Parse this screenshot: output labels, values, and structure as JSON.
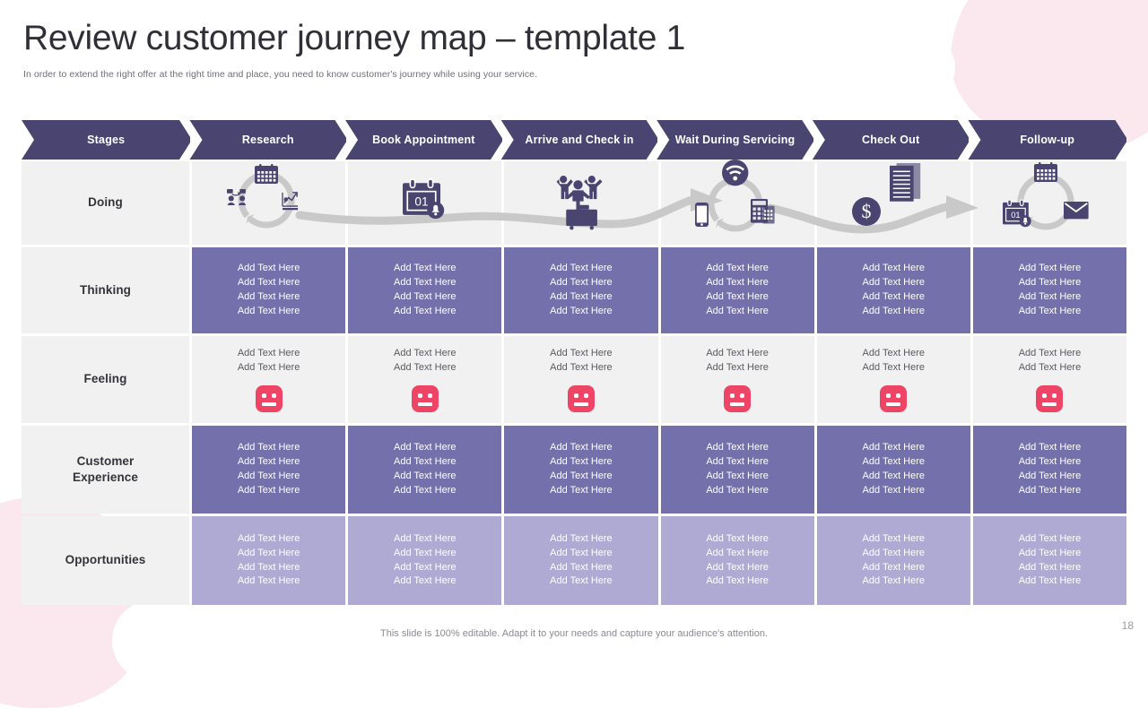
{
  "slide": {
    "title": "Review customer journey map – template 1",
    "subtitle": "In order to extend the right offer at the right time  and place, you need to know customer's journey while using your service.",
    "footer_note": "This slide is 100% editable. Adapt it to your needs and capture your audience's attention.",
    "page_number": "18"
  },
  "colors": {
    "header_purple": "#4a4470",
    "mid_purple": "#7370ab",
    "light_purple": "#aeaad3",
    "gray_cell": "#f1f1f2",
    "emoji_pink": "#ee4567",
    "blob_pink": "#fbe8ee",
    "connector_gray": "#c9c9ca"
  },
  "stages": [
    {
      "label": "Stages"
    },
    {
      "label": "Research"
    },
    {
      "label": "Book Appointment"
    },
    {
      "label": "Arrive and Check in"
    },
    {
      "label": "Wait During Servicing"
    },
    {
      "label": "Check Out"
    },
    {
      "label": "Follow-up"
    }
  ],
  "rows": [
    {
      "key": "doing",
      "label": "Doing",
      "cells": [
        {
          "icon": "research-cycle-icon",
          "text_lines": []
        },
        {
          "icon": "calendar-01-bell-icon",
          "text_lines": []
        },
        {
          "icon": "family-luggage-icon",
          "text_lines": []
        },
        {
          "icon": "wifi-phone-calculator-cycle-icon",
          "text_lines": []
        },
        {
          "icon": "dollar-coin-documents-icon",
          "text_lines": []
        },
        {
          "icon": "calendar-envelope-cycle-icon",
          "text_lines": []
        }
      ]
    },
    {
      "key": "thinking",
      "label": "Thinking",
      "cells": [
        {
          "text_lines": [
            "Add Text Here",
            "Add Text Here",
            "Add Text Here",
            "Add Text Here"
          ]
        },
        {
          "text_lines": [
            "Add Text Here",
            "Add Text Here",
            "Add Text Here",
            "Add Text Here"
          ]
        },
        {
          "text_lines": [
            "Add Text Here",
            "Add Text Here",
            "Add Text Here",
            "Add Text Here"
          ]
        },
        {
          "text_lines": [
            "Add Text Here",
            "Add Text Here",
            "Add Text Here",
            "Add Text Here"
          ]
        },
        {
          "text_lines": [
            "Add Text Here",
            "Add Text Here",
            "Add Text Here",
            "Add Text Here"
          ]
        },
        {
          "text_lines": [
            "Add Text Here",
            "Add Text Here",
            "Add Text Here",
            "Add Text Here"
          ]
        }
      ]
    },
    {
      "key": "feeling",
      "label": "Feeling",
      "cells": [
        {
          "text_lines": [
            "Add Text Here",
            "Add Text Here"
          ],
          "emoji": "neutral-face-icon"
        },
        {
          "text_lines": [
            "Add Text Here",
            "Add Text Here"
          ],
          "emoji": "neutral-face-icon"
        },
        {
          "text_lines": [
            "Add Text Here",
            "Add Text Here"
          ],
          "emoji": "neutral-face-icon"
        },
        {
          "text_lines": [
            "Add Text Here",
            "Add Text Here"
          ],
          "emoji": "neutral-face-icon"
        },
        {
          "text_lines": [
            "Add Text Here",
            "Add Text Here"
          ],
          "emoji": "neutral-face-icon"
        },
        {
          "text_lines": [
            "Add Text Here",
            "Add Text Here"
          ],
          "emoji": "neutral-face-icon"
        }
      ]
    },
    {
      "key": "cx",
      "label": "Customer\nExperience",
      "cells": [
        {
          "text_lines": [
            "Add Text Here",
            "Add Text Here",
            "Add Text Here",
            "Add Text Here"
          ]
        },
        {
          "text_lines": [
            "Add Text Here",
            "Add Text Here",
            "Add Text Here",
            "Add Text Here"
          ]
        },
        {
          "text_lines": [
            "Add Text Here",
            "Add Text Here",
            "Add Text Here",
            "Add Text Here"
          ]
        },
        {
          "text_lines": [
            "Add Text Here",
            "Add Text Here",
            "Add Text Here",
            "Add Text Here"
          ]
        },
        {
          "text_lines": [
            "Add Text Here",
            "Add Text Here",
            "Add Text Here",
            "Add Text Here"
          ]
        },
        {
          "text_lines": [
            "Add Text Here",
            "Add Text Here",
            "Add Text Here",
            "Add Text Here"
          ]
        }
      ]
    },
    {
      "key": "opp",
      "label": "Opportunities",
      "cells": [
        {
          "text_lines": [
            "Add Text Here",
            "Add Text Here",
            "Add Text Here",
            "Add Text Here"
          ]
        },
        {
          "text_lines": [
            "Add Text Here",
            "Add Text Here",
            "Add Text Here",
            "Add Text Here"
          ]
        },
        {
          "text_lines": [
            "Add Text Here",
            "Add Text Here",
            "Add Text Here",
            "Add Text Here"
          ]
        },
        {
          "text_lines": [
            "Add Text Here",
            "Add Text Here",
            "Add Text Here",
            "Add Text Here"
          ]
        },
        {
          "text_lines": [
            "Add Text Here",
            "Add Text Here",
            "Add Text Here",
            "Add Text Here"
          ]
        },
        {
          "text_lines": [
            "Add Text Here",
            "Add Text Here",
            "Add Text Here",
            "Add Text Here"
          ]
        }
      ]
    }
  ]
}
